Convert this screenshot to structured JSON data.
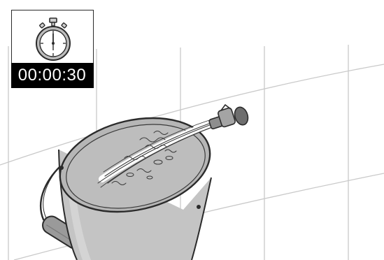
{
  "timer": {
    "icon": "stopwatch-icon",
    "elapsed": "00:00:30"
  },
  "scene": {
    "objects": [
      "wall-tiles",
      "water-tap",
      "water-stream",
      "bucket"
    ],
    "colors": {
      "line": "#2b2b2b",
      "bucket_fill": "#c4c4c4",
      "bucket_top": "#b6b6b6",
      "tap_fill": "#8e8e8e",
      "handle_fill": "#9a9a9a",
      "readout_bg": "#000000",
      "readout_text": "#ffffff"
    }
  }
}
